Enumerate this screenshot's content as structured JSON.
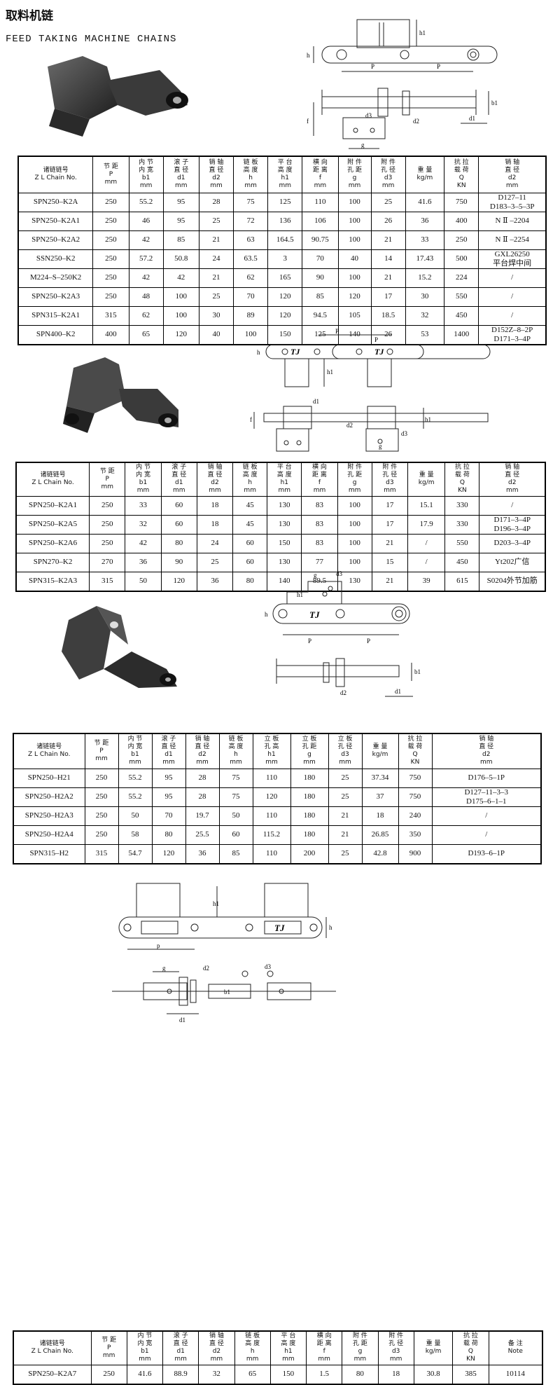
{
  "page": {
    "title_cn": "取料机链",
    "title_en": "FEED TAKING MACHINE CHAINS"
  },
  "diagram_labels": {
    "h": "h",
    "h1": "h1",
    "p": "P",
    "p_small": "p",
    "b1": "b1",
    "f": "f",
    "d1": "d1",
    "d2": "d2",
    "d3": "d3",
    "g": "g",
    "tj": "TJ"
  },
  "tables": [
    {
      "columns": [
        [
          "诸链链号",
          "Z L Chain No."
        ],
        [
          "节 距",
          "P",
          "mm"
        ],
        [
          "内 节",
          "内 宽",
          "b1",
          "mm"
        ],
        [
          "滚 子",
          "直 径",
          "d1",
          "mm"
        ],
        [
          "销 轴",
          "直 径",
          "d2",
          "mm"
        ],
        [
          "链 板",
          "高 度",
          "h",
          "mm"
        ],
        [
          "平 台",
          "高 度",
          "h1",
          "mm"
        ],
        [
          "横 向",
          "距 离",
          "f",
          "mm"
        ],
        [
          "附 件",
          "孔 距",
          "g",
          "mm"
        ],
        [
          "附 件",
          "孔 径",
          "d3",
          "mm"
        ],
        [
          "重 量",
          "kg/m"
        ],
        [
          "抗 拉",
          "载 荷",
          "Q",
          "KN"
        ],
        [
          "销 轴",
          "直 径",
          "d2",
          "mm"
        ]
      ],
      "rows": [
        [
          "SPN250–K2A",
          "250",
          "55.2",
          "95",
          "28",
          "75",
          "125",
          "110",
          "100",
          "25",
          "41.6",
          "750",
          "D127–11\nD183–3–5–3P"
        ],
        [
          "SPN250–K2A1",
          "250",
          "46",
          "95",
          "25",
          "72",
          "136",
          "106",
          "100",
          "26",
          "36",
          "400",
          "N Ⅱ –2204"
        ],
        [
          "SPN250–K2A2",
          "250",
          "42",
          "85",
          "21",
          "63",
          "164.5",
          "90.75",
          "100",
          "21",
          "33",
          "250",
          "N Ⅱ –2254"
        ],
        [
          "SSN250–K2",
          "250",
          "57.2",
          "50.8",
          "24",
          "63.5",
          "3",
          "70",
          "40",
          "14",
          "17.43",
          "500",
          "GXL26250\n平台焊中间"
        ],
        [
          "M224–S–250K2",
          "250",
          "42",
          "42",
          "21",
          "62",
          "165",
          "90",
          "100",
          "21",
          "15.2",
          "224",
          "/"
        ],
        [
          "SPN250–K2A3",
          "250",
          "48",
          "100",
          "25",
          "70",
          "120",
          "85",
          "120",
          "17",
          "30",
          "550",
          "/"
        ],
        [
          "SPN315–K2A1",
          "315",
          "62",
          "100",
          "30",
          "89",
          "120",
          "94.5",
          "105",
          "18.5",
          "32",
          "450",
          "/"
        ],
        [
          "SPN400–K2",
          "400",
          "65",
          "120",
          "40",
          "100",
          "150",
          "125",
          "140",
          "26",
          "53",
          "1400",
          "D152Z–8–2P\nD171–3–4P"
        ]
      ]
    },
    {
      "columns": [
        [
          "诸链链号",
          "Z L Chain No."
        ],
        [
          "节 距",
          "P",
          "mm"
        ],
        [
          "内 节",
          "内 宽",
          "b1",
          "mm"
        ],
        [
          "滚 子",
          "直 径",
          "d1",
          "mm"
        ],
        [
          "销 轴",
          "直 径",
          "d2",
          "mm"
        ],
        [
          "链 板",
          "高 度",
          "h",
          "mm"
        ],
        [
          "平 台",
          "高 度",
          "h1",
          "mm"
        ],
        [
          "横 向",
          "距 离",
          "f",
          "mm"
        ],
        [
          "附 件",
          "孔 距",
          "g",
          "mm"
        ],
        [
          "附 件",
          "孔 径",
          "d3",
          "mm"
        ],
        [
          "重 量",
          "kg/m"
        ],
        [
          "抗 拉",
          "载 荷",
          "Q",
          "KN"
        ],
        [
          "销 轴",
          "直 径",
          "d2",
          "mm"
        ]
      ],
      "rows": [
        [
          "SPN250–K2A1",
          "250",
          "33",
          "60",
          "18",
          "45",
          "130",
          "83",
          "100",
          "17",
          "15.1",
          "330",
          "/"
        ],
        [
          "SPN250–K2A5",
          "250",
          "32",
          "60",
          "18",
          "45",
          "130",
          "83",
          "100",
          "17",
          "17.9",
          "330",
          "D171–3–4P\nD196–3–4P"
        ],
        [
          "SPN250–K2A6",
          "250",
          "42",
          "80",
          "24",
          "60",
          "150",
          "83",
          "100",
          "21",
          "/",
          "550",
          "D203–3–4P"
        ],
        [
          "SPN270–K2",
          "270",
          "36",
          "90",
          "25",
          "60",
          "130",
          "77",
          "100",
          "15",
          "/",
          "450",
          "Yt202广信"
        ],
        [
          "SPN315–K2A3",
          "315",
          "50",
          "120",
          "36",
          "80",
          "140",
          "89.5",
          "130",
          "21",
          "39",
          "615",
          "S0204外节加筋"
        ]
      ]
    },
    {
      "columns": [
        [
          "诸链链号",
          "Z L Chain No."
        ],
        [
          "节 距",
          "P",
          "mm"
        ],
        [
          "内 节",
          "内 宽",
          "b1",
          "mm"
        ],
        [
          "滚 子",
          "直 径",
          "d1",
          "mm"
        ],
        [
          "销 轴",
          "直 径",
          "d2",
          "mm"
        ],
        [
          "链 板",
          "高 度",
          "h",
          "mm"
        ],
        [
          "立 板",
          "孔 高",
          "h1",
          "mm"
        ],
        [
          "立 板",
          "孔 距",
          "g",
          "mm"
        ],
        [
          "立 板",
          "孔 径",
          "d3",
          "mm"
        ],
        [
          "重 量",
          "kg/m"
        ],
        [
          "抗 拉",
          "载 荷",
          "Q",
          "KN"
        ],
        [
          "销 轴",
          "直 径",
          "d2",
          "mm"
        ]
      ],
      "rows": [
        [
          "SPN250–H21",
          "250",
          "55.2",
          "95",
          "28",
          "75",
          "110",
          "180",
          "25",
          "37.34",
          "750",
          "D176–5–1P"
        ],
        [
          "SPN250–H2A2",
          "250",
          "55.2",
          "95",
          "28",
          "75",
          "120",
          "180",
          "25",
          "37",
          "750",
          "D127–11–3–3\nD175–6–1–1"
        ],
        [
          "SPN250–H2A3",
          "250",
          "50",
          "70",
          "19.7",
          "50",
          "110",
          "180",
          "21",
          "18",
          "240",
          "/"
        ],
        [
          "SPN250–H2A4",
          "250",
          "58",
          "80",
          "25.5",
          "60",
          "115.2",
          "180",
          "21",
          "26.85",
          "350",
          "/"
        ],
        [
          "SPN315–H2",
          "315",
          "54.7",
          "120",
          "36",
          "85",
          "110",
          "200",
          "25",
          "42.8",
          "900",
          "D193–6–1P"
        ]
      ]
    },
    {
      "columns": [
        [
          "诸链链号",
          "Z L Chain No."
        ],
        [
          "节 距",
          "P",
          "mm"
        ],
        [
          "内 节",
          "内 宽",
          "b1",
          "mm"
        ],
        [
          "滚 子",
          "直 径",
          "d1",
          "mm"
        ],
        [
          "销 轴",
          "直 径",
          "d2",
          "mm"
        ],
        [
          "链 板",
          "高 度",
          "h",
          "mm"
        ],
        [
          "平 台",
          "高 度",
          "h1",
          "mm"
        ],
        [
          "横 向",
          "距 离",
          "f",
          "mm"
        ],
        [
          "附 件",
          "孔 距",
          "g",
          "mm"
        ],
        [
          "附 件",
          "孔 径",
          "d3",
          "mm"
        ],
        [
          "重 量",
          "kg/m"
        ],
        [
          "抗 拉",
          "载 荷",
          "Q",
          "KN"
        ],
        [
          "备 注",
          "Note"
        ]
      ],
      "rows": [
        [
          "SPN250–K2A7",
          "250",
          "41.6",
          "88.9",
          "32",
          "65",
          "150",
          "1.5",
          "80",
          "18",
          "30.8",
          "385",
          "10114"
        ]
      ]
    }
  ]
}
